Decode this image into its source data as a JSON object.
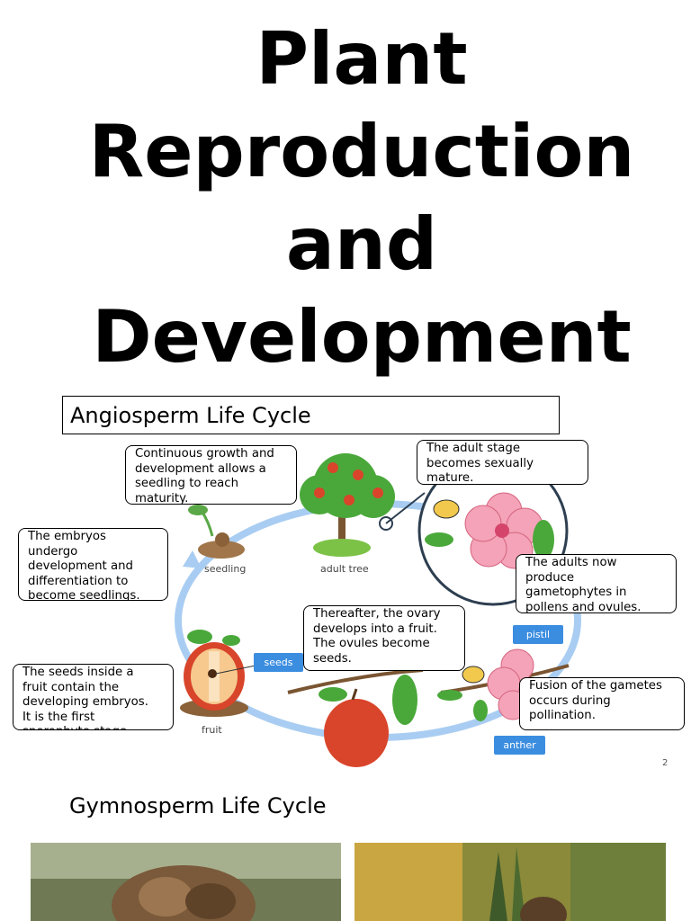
{
  "title": "Plant\nReproduction\nand\nDevelopment",
  "angiosperm": {
    "heading": "Angiosperm Life Cycle",
    "callouts": {
      "growth": "Continuous growth and\ndevelopment allows a\nseedling to reach\nmaturity.",
      "adult_stage": "The adult stage\nbecomes sexually\nmature.",
      "embryos": "The embryos\nundergo\ndevelopment and\ndifferentiation to\nbecome seedlings.",
      "gametophytes": "The adults now\nproduce\ngametophytes in\npollens and ovules.",
      "ovary": "Thereafter, the ovary\ndevelops into a fruit.\nThe ovules become\nseeds.",
      "seeds_inside": "The seeds inside a\nfruit contain the\ndeveloping embryos.\nIt is the first\nsporophyte stage.",
      "fusion": "Fusion of the gametes\noccurs during\npollination."
    },
    "labels": {
      "seedling": "seedling",
      "adult_tree": "adult tree",
      "fruit": "fruit",
      "seeds": "seeds",
      "pistil": "pistil",
      "anther": "anther"
    },
    "colors": {
      "cycle_arrow": "#a9cdf2",
      "tag_blue": "#3b8de0",
      "flower_pink": "#f4a3b8",
      "apple_red": "#d8452b",
      "leaf_green": "#4aa83a"
    }
  },
  "page_number": "2",
  "gymnosperm": {
    "heading": "Gymnosperm Life Cycle"
  }
}
